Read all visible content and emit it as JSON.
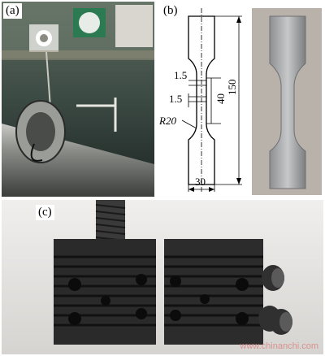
{
  "figure": {
    "panel_a": {
      "label": "(a)"
    },
    "panel_b": {
      "label": "(b)",
      "dimensions": {
        "upper_gap": "1.5",
        "lower_gap": "1.5",
        "radius": "R20",
        "gauge_length": "40",
        "total_length": "150",
        "width": "30"
      }
    },
    "panel_c": {
      "label": "(c)"
    },
    "watermark": "www.chinanchi.com"
  }
}
